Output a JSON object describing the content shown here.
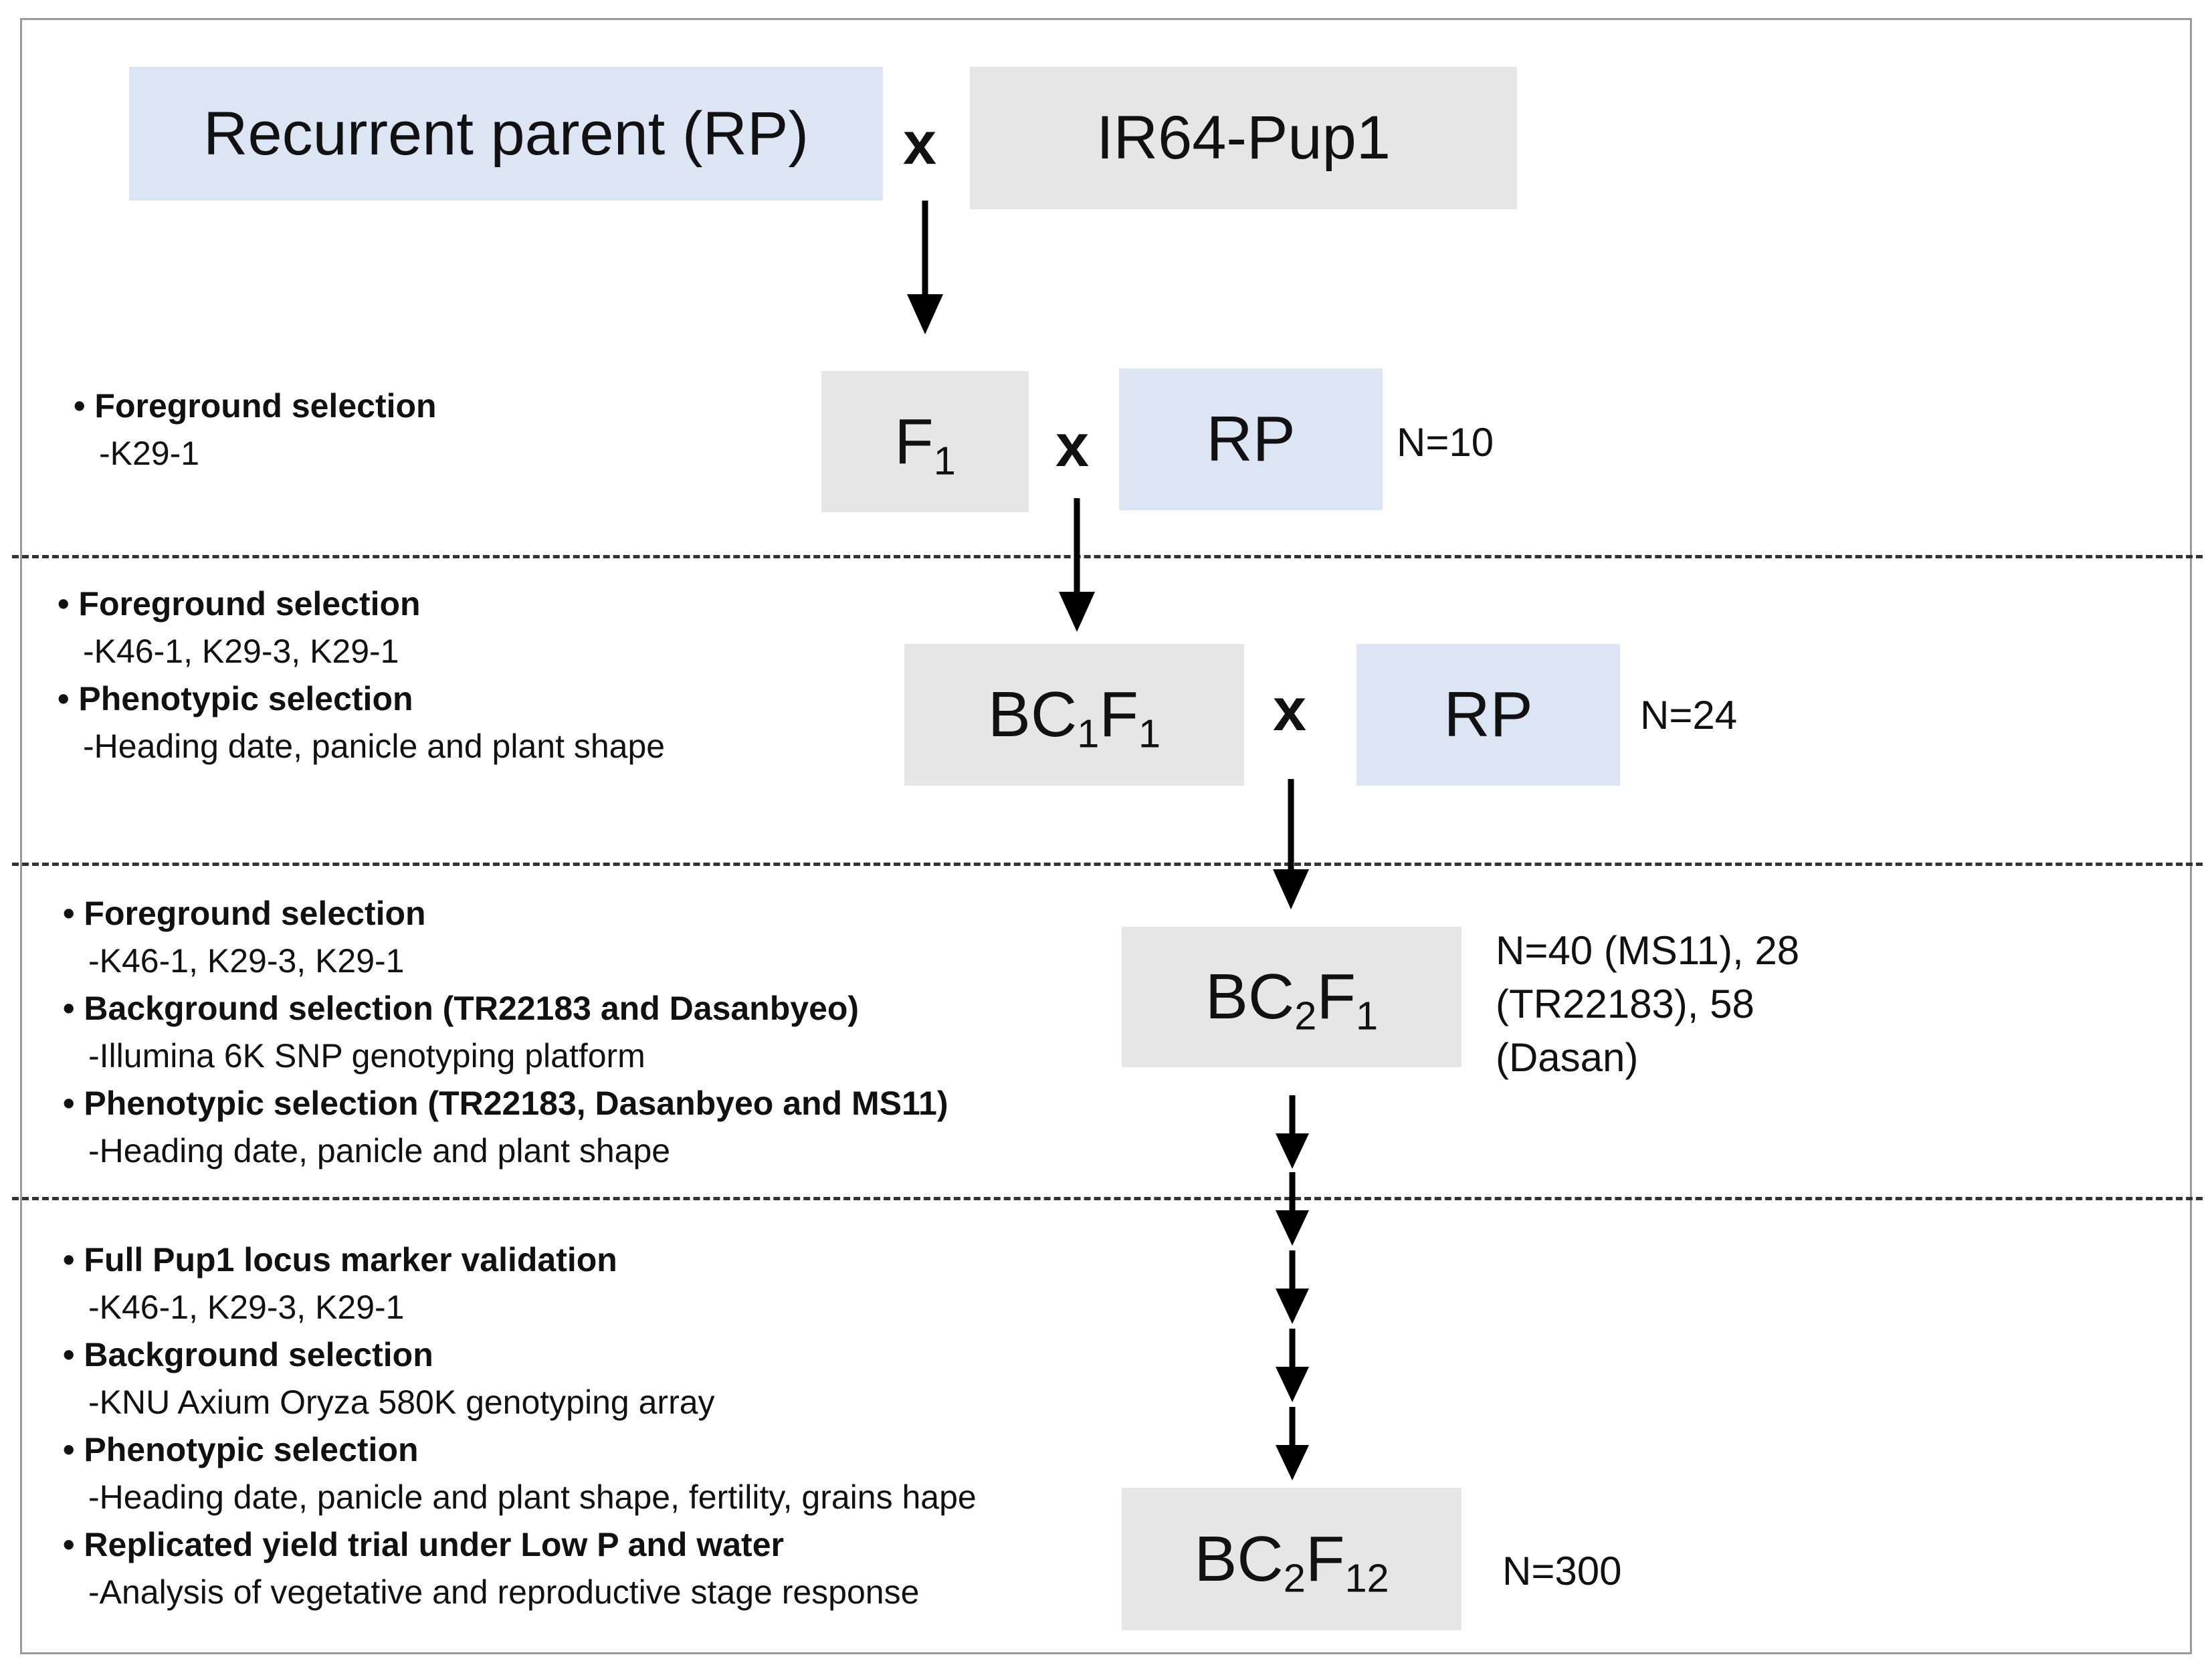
{
  "row1": {
    "left_box": "Recurrent parent (RP)",
    "cross": "x",
    "right_box": "IR64-Pup1"
  },
  "row2": {
    "gen": {
      "base1": "F",
      "sub1": "1"
    },
    "cross": "x",
    "rp": "RP",
    "n": "N=10",
    "notes": {
      "heading": "Foreground selection",
      "detail": "-K29-1"
    }
  },
  "row3": {
    "gen": {
      "base1": "BC",
      "sub1": "1",
      "base2": "F",
      "sub2": "1"
    },
    "cross": "x",
    "rp": "RP",
    "n": "N=24",
    "notes": [
      {
        "heading": "Foreground selection",
        "detail": "-K46-1, K29-3, K29-1"
      },
      {
        "heading": "Phenotypic selection",
        "detail": "-Heading date, panicle and plant shape"
      }
    ]
  },
  "row4": {
    "gen": {
      "base1": "BC",
      "sub1": "2",
      "base2": "F",
      "sub2": "1"
    },
    "n_lines": [
      "N=40 (MS11), 28",
      "(TR22183), 58",
      "(Dasan)"
    ],
    "notes": [
      {
        "heading": "Foreground selection",
        "detail": "-K46-1, K29-3, K29-1"
      },
      {
        "heading": "Background selection (TR22183 and Dasanbyeo)",
        "detail": "-Illumina 6K SNP genotyping platform"
      },
      {
        "heading": "Phenotypic selection (TR22183, Dasanbyeo and MS11)",
        "detail": "-Heading date, panicle and plant shape"
      }
    ]
  },
  "row5": {
    "gen": {
      "base1": "BC",
      "sub1": "2",
      "base2": "F",
      "sub2": "12"
    },
    "n": "N=300",
    "notes": [
      {
        "heading": "Full Pup1 locus marker validation",
        "detail": "-K46-1, K29-3, K29-1"
      },
      {
        "heading": "Background selection",
        "detail": "-KNU Axium Oryza 580K genotyping array"
      },
      {
        "heading": "Phenotypic selection",
        "detail": "-Heading date, panicle and plant shape, fertility, grains hape"
      },
      {
        "heading": "Replicated yield trial under Low P and water",
        "detail": "-Analysis of vegetative and reproductive stage response"
      }
    ]
  },
  "colors": {
    "parent_box": "#dce5f3",
    "generation_box": "#e6e6e6",
    "arrow": "#000000",
    "divider": "#333333"
  }
}
